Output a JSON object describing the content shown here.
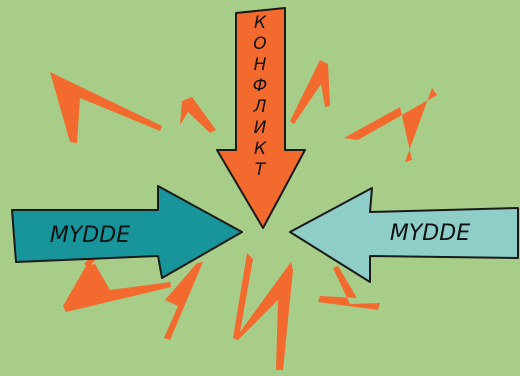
{
  "colors": {
    "background": "#a8cd88",
    "burst": "#f26a2e",
    "top_arrow": "#f26a2e",
    "left_arrow": "#17959a",
    "right_arrow": "#8ecdc8",
    "outline": "#1a1a1a"
  },
  "arrows": {
    "top": {
      "label": "КОНФЛИКТ",
      "direction": "down"
    },
    "left": {
      "label": "MYDDE",
      "direction": "right"
    },
    "right": {
      "label": "MYDDE",
      "direction": "left"
    }
  },
  "burst": {
    "spike_count": 12,
    "icon": "explosion-burst"
  }
}
